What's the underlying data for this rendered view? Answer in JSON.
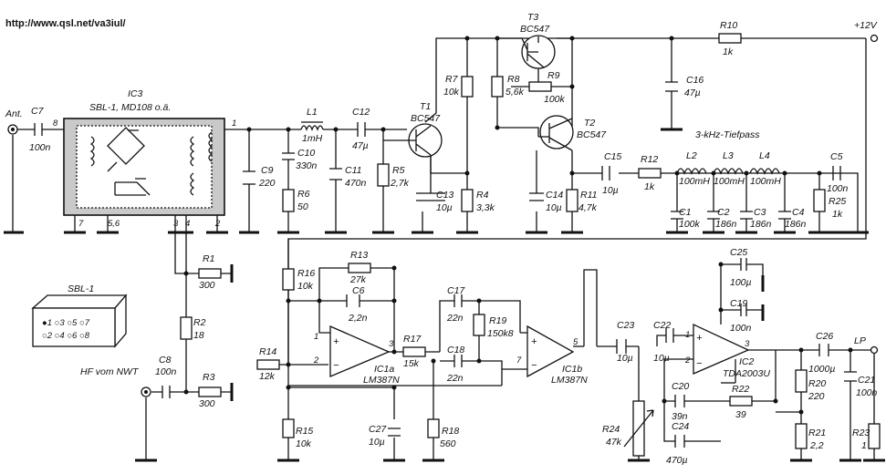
{
  "header": {
    "url": "http://www.qsl.net/va3iul/"
  },
  "supply": {
    "label": "+12V"
  },
  "antenna": {
    "label": "Ant."
  },
  "output": {
    "label": "LP"
  },
  "input": {
    "label": "HF vom NWT"
  },
  "filter": {
    "label": "3-kHz-Tiefpass"
  },
  "ic3": {
    "name": "IC3",
    "type": "SBL-1, MD108 o.ä.",
    "pins": [
      "8",
      "1",
      "7",
      "5,6",
      "3",
      "4",
      "2"
    ]
  },
  "sbl1": {
    "title": "SBL-1",
    "row1": "●1 ○3 ○5 ○7",
    "row2": "○2 ○4 ○6 ○8"
  },
  "ic1a": {
    "name": "IC1a",
    "type": "LM387N",
    "pins": [
      "1",
      "2",
      "3"
    ]
  },
  "ic1b": {
    "name": "IC1b",
    "type": "LM387N",
    "pins": [
      "7",
      "5"
    ]
  },
  "ic2": {
    "name": "IC2",
    "type": "TDA2003U",
    "pins": [
      "1",
      "2",
      "3"
    ]
  },
  "transistors": {
    "t1": {
      "name": "T1",
      "type": "BC547"
    },
    "t2": {
      "name": "T2",
      "type": "BC547"
    },
    "t3": {
      "name": "T3",
      "type": "BC547"
    }
  },
  "components": {
    "c7": {
      "name": "C7",
      "value": "100n"
    },
    "l1": {
      "name": "L1",
      "value": "1mH"
    },
    "c9": {
      "name": "C9",
      "value": "220"
    },
    "c10": {
      "name": "C10",
      "value": "330n"
    },
    "r6": {
      "name": "R6",
      "value": "50"
    },
    "c12": {
      "name": "C12",
      "value": "47µ"
    },
    "c11": {
      "name": "C11",
      "value": "470n"
    },
    "r5": {
      "name": "R5",
      "value": "2,7k"
    },
    "c13": {
      "name": "C13",
      "value": "10µ"
    },
    "r7": {
      "name": "R7",
      "value": "10k"
    },
    "r8": {
      "name": "R8",
      "value": "5,6k"
    },
    "r4": {
      "name": "R4",
      "value": "3,3k"
    },
    "r9": {
      "name": "R9",
      "value": "100k"
    },
    "c14": {
      "name": "C14",
      "value": "10µ"
    },
    "r11": {
      "name": "R11",
      "value": "4,7k"
    },
    "r10": {
      "name": "R10",
      "value": "1k"
    },
    "c16": {
      "name": "C16",
      "value": "47µ"
    },
    "c15": {
      "name": "C15",
      "value": "10µ"
    },
    "r12": {
      "name": "R12",
      "value": "1k"
    },
    "l2": {
      "name": "L2",
      "value": "100mH"
    },
    "l3": {
      "name": "L3",
      "value": "100mH"
    },
    "l4": {
      "name": "L4",
      "value": "100mH"
    },
    "c1": {
      "name": "C1",
      "value": "100k"
    },
    "c2": {
      "name": "C2",
      "value": "186n"
    },
    "c3": {
      "name": "C3",
      "value": "186n"
    },
    "c4": {
      "name": "C4",
      "value": "186n"
    },
    "c5": {
      "name": "C5",
      "value": "100n"
    },
    "r25": {
      "name": "R25",
      "value": "1k"
    },
    "r1": {
      "name": "R1",
      "value": "300"
    },
    "r2": {
      "name": "R2",
      "value": "18"
    },
    "r3": {
      "name": "R3",
      "value": "300"
    },
    "c8": {
      "name": "C8",
      "value": "100n"
    },
    "r16": {
      "name": "R16",
      "value": "10k"
    },
    "r13": {
      "name": "R13",
      "value": "27k"
    },
    "c6": {
      "name": "C6",
      "value": "2,2n"
    },
    "r14": {
      "name": "R14",
      "value": "12k"
    },
    "r15": {
      "name": "R15",
      "value": "10k"
    },
    "c27": {
      "name": "C27",
      "value": "10µ"
    },
    "r17": {
      "name": "R17",
      "value": "15k"
    },
    "c17": {
      "name": "C17",
      "value": "22n"
    },
    "r19": {
      "name": "R19",
      "value": "150k8"
    },
    "c18": {
      "name": "C18",
      "value": "22n"
    },
    "r18": {
      "name": "R18",
      "value": "560"
    },
    "c23": {
      "name": "C23",
      "value": "10µ"
    },
    "r24": {
      "name": "R24",
      "value": "47k"
    },
    "c22": {
      "name": "C22",
      "value": "10µ"
    },
    "c25": {
      "name": "C25",
      "value": "100µ"
    },
    "c19": {
      "name": "C19",
      "value": "100n"
    },
    "c20": {
      "name": "C20",
      "value": "39n"
    },
    "r22": {
      "name": "R22",
      "value": "39"
    },
    "c24": {
      "name": "C24",
      "value": "470µ"
    },
    "c26": {
      "name": "C26",
      "value": "1000µ"
    },
    "r20": {
      "name": "R20",
      "value": "220"
    },
    "r21": {
      "name": "R21",
      "value": "2,2"
    },
    "c21": {
      "name": "C21",
      "value": "100n"
    },
    "r23": {
      "name": "R23",
      "value": "1"
    }
  }
}
